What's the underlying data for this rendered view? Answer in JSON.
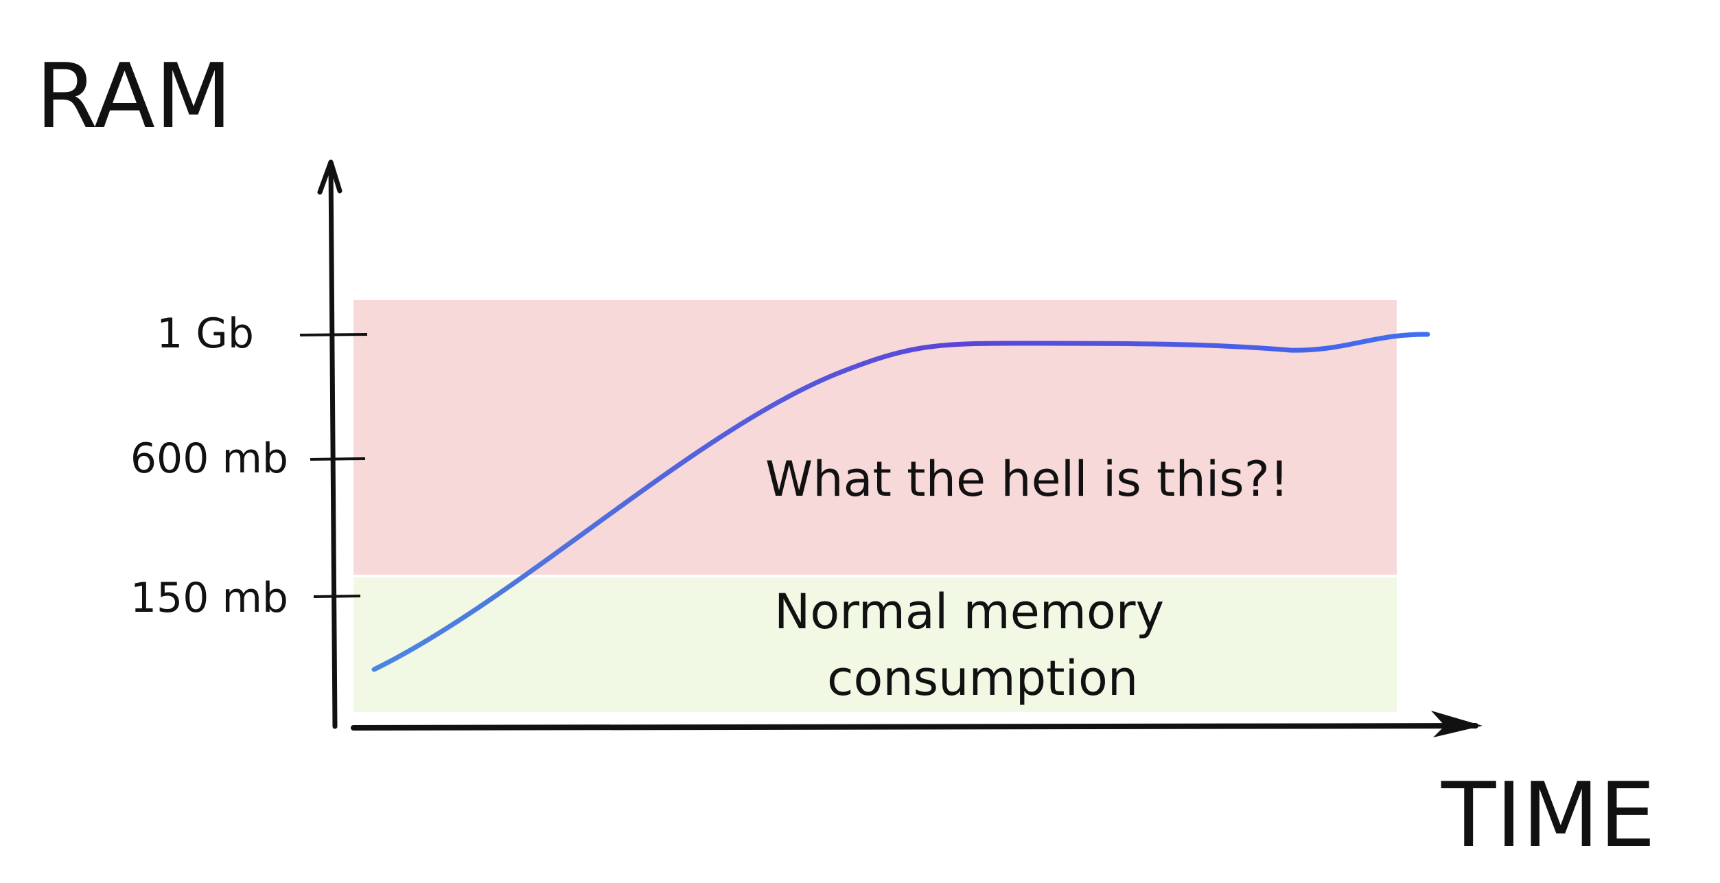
{
  "chart_data": {
    "type": "line",
    "title": "",
    "ylabel": "RAM",
    "xlabel": "TIME",
    "y_ticks": [
      "150 mb",
      "600 mb",
      "1 Gb"
    ],
    "zones": [
      {
        "label_lines": [
          "Normal memory",
          "consumption"
        ],
        "color": "#f1f8e3"
      },
      {
        "label_lines": [
          "What the hell is this?!"
        ],
        "color": "#f7d9d9"
      }
    ],
    "series": [
      {
        "color_start": "#4a86e0",
        "color_end": "#5a45d8"
      }
    ],
    "grid": false
  }
}
